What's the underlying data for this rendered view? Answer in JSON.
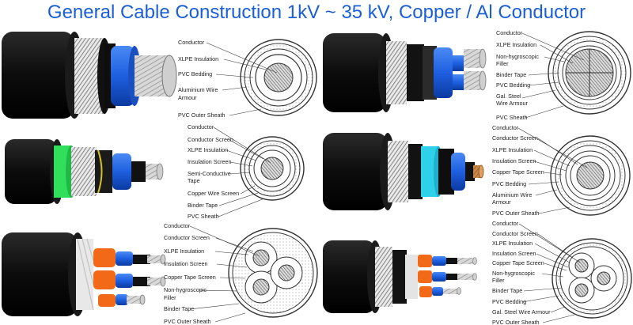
{
  "title": "General Cable Construction 1kV ~ 35 kV, Copper / Al Conductor",
  "colors": {
    "title": "#1a5fd6",
    "jacket": "#111111",
    "blue_insulation": "#1e5fe0",
    "green_tape": "#31e05a",
    "cyan_tape": "#2fd0ea",
    "orange_filler": "#f26a18"
  },
  "panels": [
    {
      "name": "single-core-lv-armoured",
      "labels": [
        "Conductor",
        "XLPE Insulation",
        "PVC Bedding",
        "Aluminium Wire",
        "Armour",
        "PVC Outer Sheath"
      ]
    },
    {
      "name": "four-core-lv-armoured",
      "labels": [
        "Conductor",
        "XLPE Insulation",
        "Non-hygroscopic",
        "Filler",
        "Binder Tape",
        "PVC Bedding",
        "Gal. Steel",
        "Wire Armour",
        "PVC Sheath"
      ]
    },
    {
      "name": "single-core-mv-copper-wire-screen",
      "labels": [
        "Conductor",
        "Conductor Screen",
        "XLPE Insulation",
        "Insulation Screen",
        "Semi-Conductive",
        "Tape",
        "Copper Wire Screen",
        "Binder Tape",
        "PVC Sheath"
      ]
    },
    {
      "name": "single-core-mv-armoured",
      "labels": [
        "Conductor",
        "Conductor Screen",
        "XLPE Insulation",
        "Insulation Screen",
        "Copper Tape Screen",
        "PVC Bedding",
        "Aluminium Wire",
        "Armour",
        "PVC Outer Sheath"
      ]
    },
    {
      "name": "three-core-mv-unarmoured",
      "labels": [
        "Conductor",
        "Conductor Screen",
        "XLPE Insulation",
        "Insulation Screen",
        "Copper Tape Screen",
        "Non-hygroscopic",
        "Filler",
        "Binder Tape",
        "PVC Outer Sheath"
      ]
    },
    {
      "name": "three-core-mv-armoured",
      "labels": [
        "Conductor",
        "Conductor Screen",
        "XLPE Insulation",
        "Insulation Screen",
        "Copper Tape Screen",
        "Non-hygroscopic",
        "Filler",
        "Binder Tape",
        "PVC Bedding",
        "Gal. Steel Wire Armour",
        "PVC Outer Sheath"
      ]
    }
  ]
}
